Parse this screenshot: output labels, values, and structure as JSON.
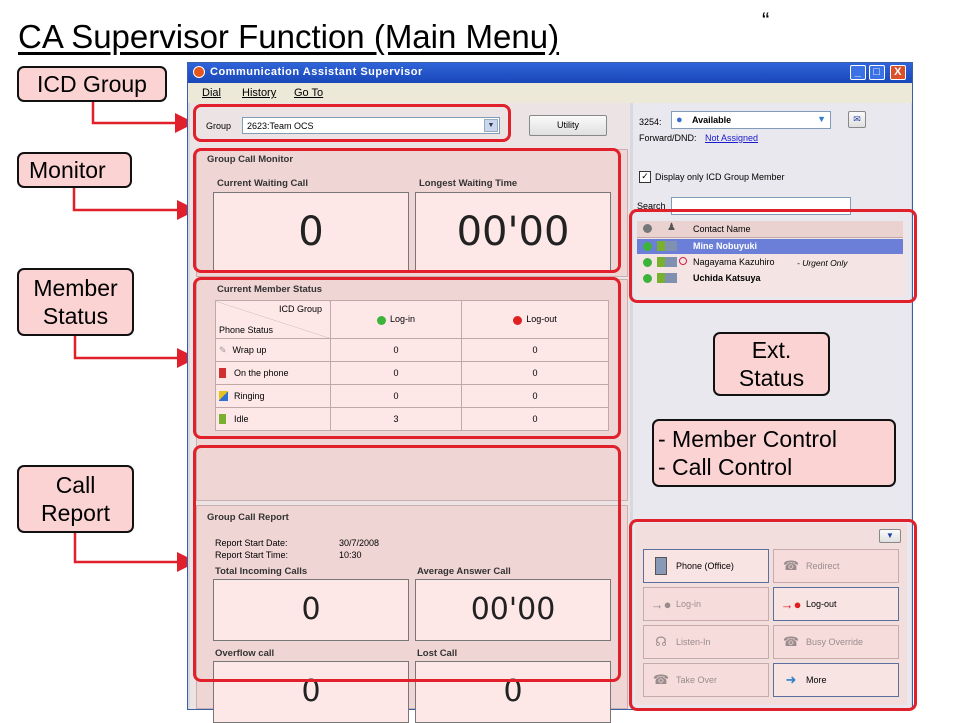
{
  "slide": {
    "title": "CA Supervisor Function (Main Menu)",
    "quote_mark": "“",
    "callouts": {
      "icd_group": "ICD Group",
      "monitor": "Monitor",
      "member_status_1": "Member",
      "member_status_2": "Status",
      "call_report_1": "Call",
      "call_report_2": "Report",
      "ext_status_1": "Ext.",
      "ext_status_2": "Status",
      "control_1": "- Member Control",
      "control_2": "- Call Control"
    }
  },
  "window": {
    "title": "Communication Assistant Supervisor",
    "controls": [
      "_",
      "□",
      "X"
    ],
    "menu": [
      "Dial",
      "History",
      "Go To"
    ]
  },
  "group_selector": {
    "label": "Group",
    "value": "2623:Team OCS",
    "utility_button": "Utility"
  },
  "monitor": {
    "section_title": "Group Call Monitor",
    "current_waiting_label": "Current Waiting Call",
    "current_waiting_value": "0",
    "longest_waiting_label": "Longest Waiting Time",
    "longest_waiting_value": "00'00"
  },
  "member_status": {
    "section_title": "Current Member Status",
    "header_icd": "ICD Group",
    "header_phone": "Phone Status",
    "col_login": "Log-in",
    "col_logout": "Log-out",
    "rows": [
      {
        "label": "Wrap up",
        "login": "0",
        "logout": "0"
      },
      {
        "label": "On the phone",
        "login": "0",
        "logout": "0"
      },
      {
        "label": "Ringing",
        "login": "0",
        "logout": "0"
      },
      {
        "label": "Idle",
        "login": "3",
        "logout": "0"
      }
    ]
  },
  "call_report": {
    "section_title": "Group Call Report",
    "start_date_label": "Report Start Date:",
    "start_date_value": "30/7/2008",
    "start_time_label": "Report Start Time:",
    "start_time_value": "10:30",
    "total_incoming_label": "Total Incoming Calls",
    "total_incoming_value": "0",
    "avg_answer_label": "Average Answer Call",
    "avg_answer_value": "00'00",
    "overflow_label": "Overflow call",
    "overflow_value": "0",
    "lost_label": "Lost Call",
    "lost_value": "0"
  },
  "right_panel": {
    "extension": "3254:",
    "status": "Available",
    "forward_label": "Forward/DND:",
    "forward_value": "Not Assigned",
    "display_only_label": "Display only ICD Group Member",
    "search_label": "Search",
    "search_value": "",
    "contact_header": "Contact Name",
    "contacts": [
      {
        "name": "Mine Nobuyuki",
        "note": ""
      },
      {
        "name": "Nagayama Kazuhiro",
        "note": "- Urgent Only"
      },
      {
        "name": "Uchida Katsuya",
        "note": ""
      }
    ]
  },
  "controls": {
    "buttons": [
      "Phone (Office)",
      "Redirect",
      "Log-in",
      "Log-out",
      "Listen-In",
      "Busy Override",
      "Take Over",
      "More"
    ]
  },
  "colors": {
    "callout_fill": "#fbd3d3",
    "highlight_red": "#e0202a",
    "title_bar": "#1947b8",
    "status_green": "#3cb43c",
    "status_red": "#e02020"
  }
}
